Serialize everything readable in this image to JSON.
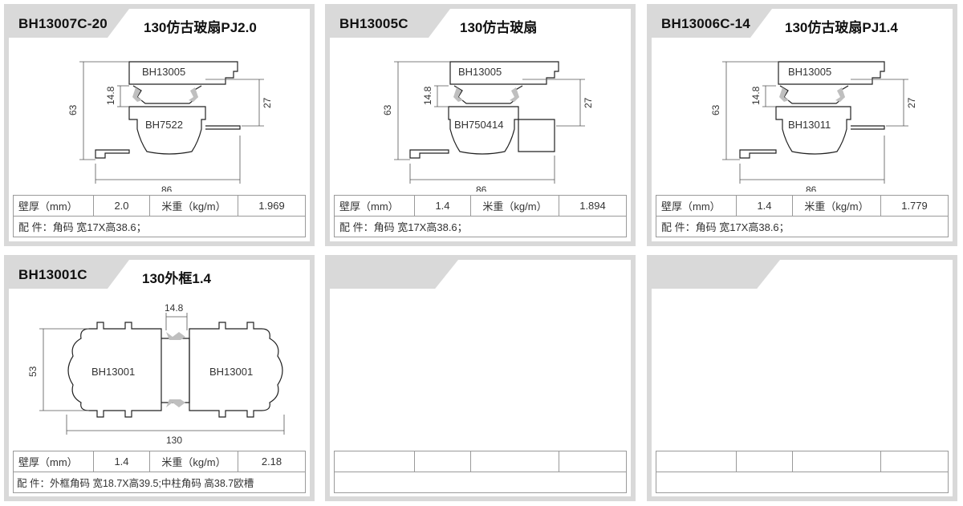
{
  "cards": [
    {
      "code": "BH13007C-20",
      "name": "130仿古玻扇PJ2.0",
      "labels": {
        "top": "BH13005",
        "main": "BH7522"
      },
      "dims": {
        "height": "63",
        "gap": "14.8",
        "side": "27",
        "width": "86"
      },
      "spec": {
        "wall_label": "壁厚（mm）",
        "wall": "2.0",
        "weight_label": "米重（kg/m）",
        "weight": "1.969",
        "accessory": "配 件：角码 宽17X高38.6；"
      }
    },
    {
      "code": "BH13005C",
      "name": "130仿古玻扇",
      "labels": {
        "top": "BH13005",
        "main": "BH750414"
      },
      "dims": {
        "height": "63",
        "gap": "14.8",
        "side": "27",
        "width": "86"
      },
      "spec": {
        "wall_label": "壁厚（mm）",
        "wall": "1.4",
        "weight_label": "米重（kg/m）",
        "weight": "1.894",
        "accessory": "配 件：角码 宽17X高38.6；"
      }
    },
    {
      "code": "BH13006C-14",
      "name": "130仿古玻扇PJ1.4",
      "labels": {
        "top": "BH13005",
        "main": "BH13011"
      },
      "dims": {
        "height": "63",
        "gap": "14.8",
        "side": "27",
        "width": "86"
      },
      "spec": {
        "wall_label": "壁厚（mm）",
        "wall": "1.4",
        "weight_label": "米重（kg/m）",
        "weight": "1.779",
        "accessory": "配 件：角码 宽17X高38.6；"
      }
    },
    {
      "code": "BH13001C",
      "name": "130外框1.4",
      "labels": {
        "left": "BH13001",
        "right": "BH13001"
      },
      "dims": {
        "height": "53",
        "gap": "14.8",
        "width": "130"
      },
      "spec": {
        "wall_label": "壁厚（mm）",
        "wall": "1.4",
        "weight_label": "米重（kg/m）",
        "weight": "2.18",
        "accessory": "配 件：外框角码 宽18.7X高39.5;中柱角码 高38.7欧槽"
      }
    }
  ]
}
